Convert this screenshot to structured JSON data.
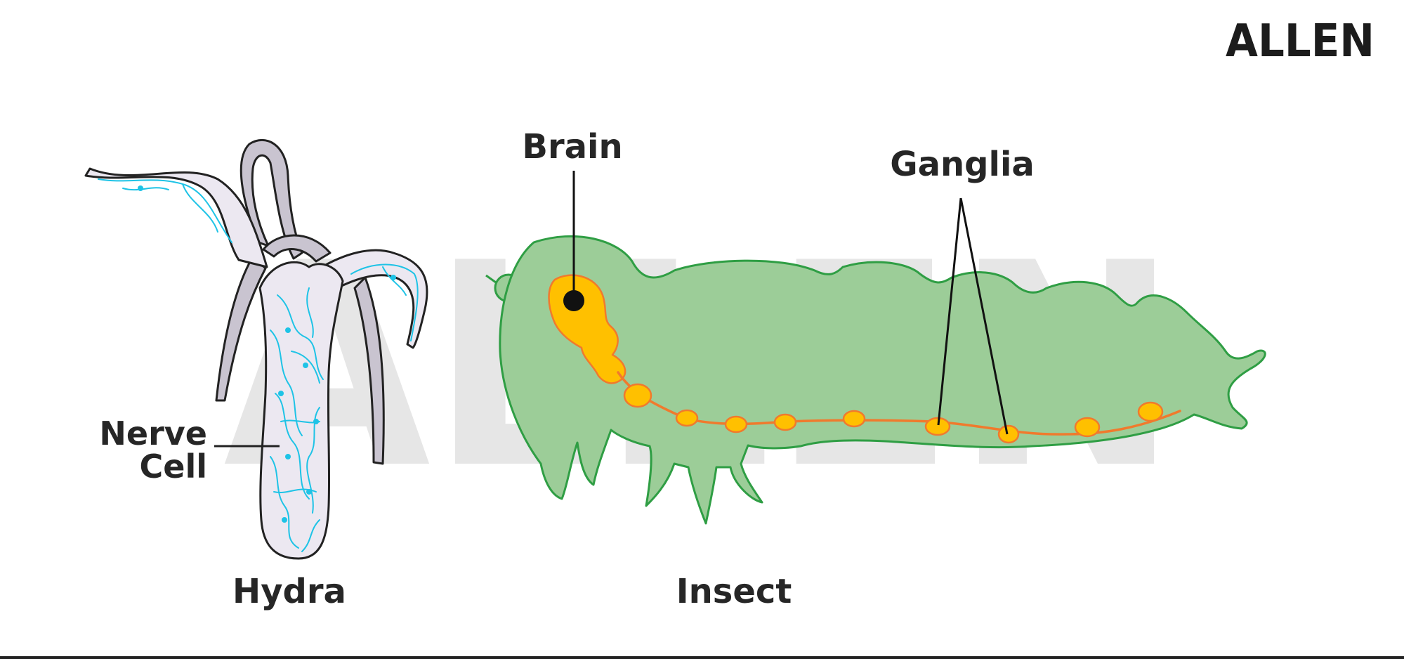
{
  "brand": {
    "logo_text": "ALLEN",
    "watermark_text": "ALLEN"
  },
  "labels": {
    "nerve_line1": "Nerve",
    "nerve_line2": "Cell",
    "hydra": "Hydra",
    "brain": "Brain",
    "ganglia": "Ganglia",
    "insect": "Insect"
  },
  "colors": {
    "hydra_body": "#ece8f1",
    "hydra_shadow": "#c9c4d0",
    "nerve_net": "#1ec3e6",
    "insect_body": "#9ccd98",
    "insect_outline": "#2f9e44",
    "brain_yellow": "#ffc000",
    "nerve_cord": "#f07a2d"
  }
}
